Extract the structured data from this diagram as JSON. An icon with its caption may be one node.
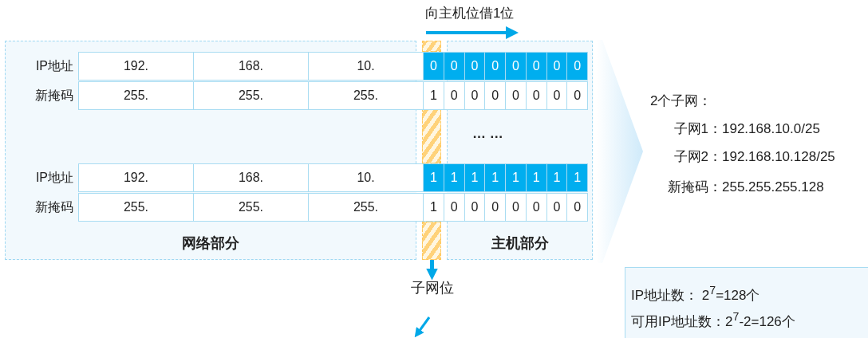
{
  "diagram": {
    "nodes": [
      {
        "text": [
          "网络部分"
        ]
      },
      {
        "text": [
          "主机部分"
        ]
      },
      {
        "text": [],
        "shape": "bar"
      },
      {
        "text": [],
        "shape": "bar"
      },
      {
        "text": [],
        "shape": "bar"
      },
      {
        "text": [],
        "shape": "chevron"
      },
      {
        "text": [
          "子网位"
        ]
      },
      {
        "text": [
          "IP地址数：  2$^{7}$=128个",
          "可用IP地址数：2$^{7}$-2=126个"
        ]
      }
    ],
    "edges": [
      {
        "from": 4,
        "to": 6,
        "arrow": "to"
      }
    ],
    "labels": [
      "向主机位借1位",
      "IP地址",
      "192.",
      "168.",
      "10.",
      "0",
      "0",
      "0",
      "0",
      "0",
      "0",
      "0",
      "0",
      "新掩码",
      "255.",
      "255.",
      "255.",
      "1",
      "0",
      "0",
      "0",
      "0",
      "0",
      "0",
      "0",
      "… …",
      "IP地址",
      "192.",
      "168.",
      "10.",
      "1",
      "1",
      "1",
      "1",
      "1",
      "1",
      "1",
      "1",
      "新掩码",
      "255.",
      "255.",
      "255.",
      "1",
      "0",
      "0",
      "0",
      "0",
      "0",
      "0",
      "0",
      "2个子网：",
      "子网1：192.168.10.0/25",
      "子网2：192.168.10.128/25",
      "新掩码：255.255.255.128"
    ]
  }
}
